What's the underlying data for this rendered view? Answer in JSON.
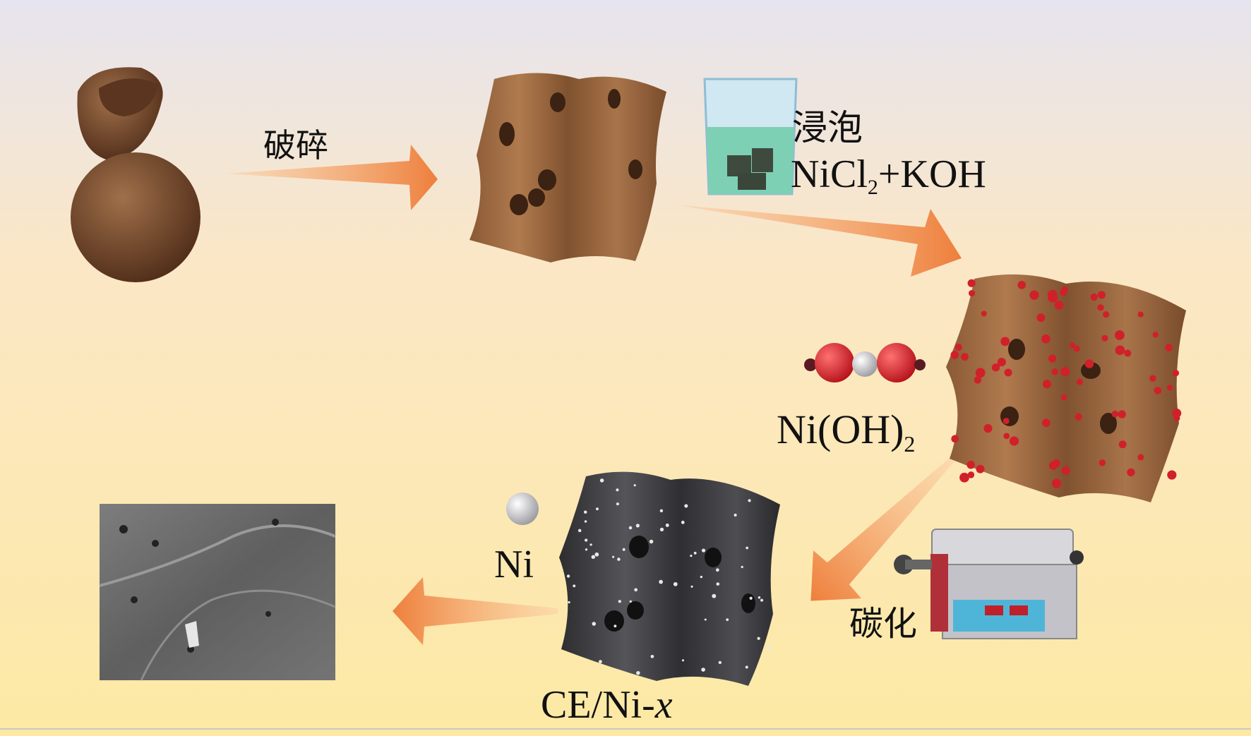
{
  "steps": {
    "crush_label": "破碎",
    "soak_label": "浸泡",
    "soak_reagent_main": "NiCl",
    "soak_reagent_sub": "2",
    "soak_reagent_rest": "+KOH",
    "hydroxide_main": "Ni(OH)",
    "hydroxide_sub": "2",
    "carbonize_label": "碳化",
    "nickel_label": "Ni",
    "product_label_main": "CE/Ni-",
    "product_label_var": "x"
  },
  "colors": {
    "arrow": "#f08a4b",
    "shell": "#8a5a36",
    "carbon": "#3a3a3c",
    "particle": "#d0202a",
    "bg_top": "#e7e5ef",
    "bg_bottom": "#fde9a6"
  }
}
